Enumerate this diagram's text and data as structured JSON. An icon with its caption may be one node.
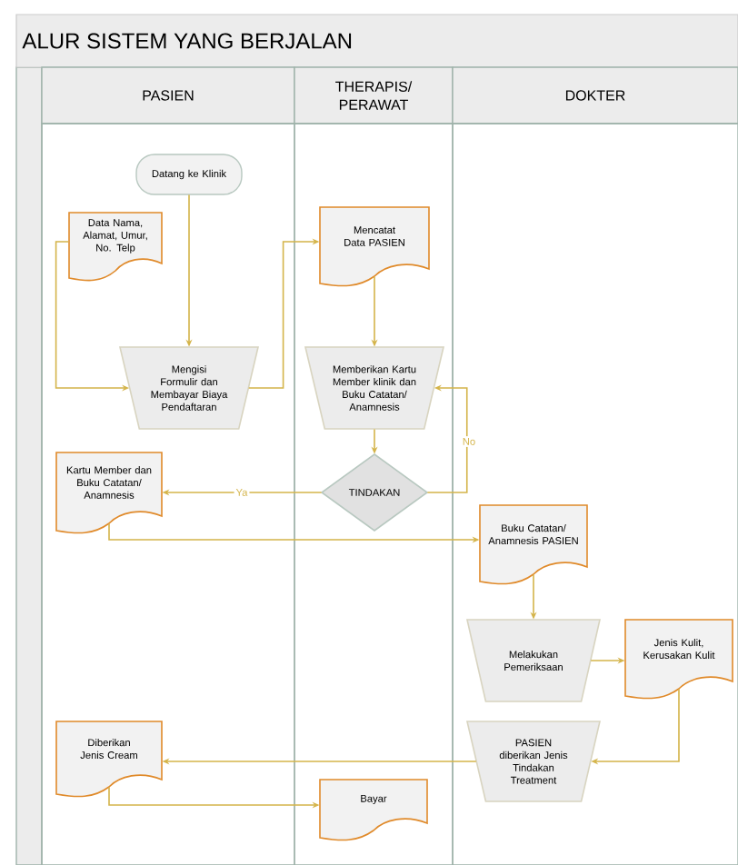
{
  "diagram": {
    "title": "ALUR SISTEM YANG BERJALAN",
    "nodes": [
      {
        "text": [
          "PASIEN"
        ]
      },
      {
        "text": [
          "THERAPIS/ PERAWAT"
        ]
      },
      {
        "text": [
          "DOKTER"
        ]
      },
      {
        "text": [
          "Datang ke Klinik"
        ],
        "in": 0
      },
      {
        "text": [
          "Data Nama, Alamat, Umur, No. Telp"
        ],
        "in": 0
      },
      {
        "text": [
          "Mengisi Formulir dan Membayar Biaya Pendaftaran"
        ],
        "in": 0
      },
      {
        "text": [
          "Mencatat Data PASIEN"
        ],
        "in": 1
      },
      {
        "text": [
          "Memberikan Kartu Member klinik dan Buku Catatan/ Anamnesis"
        ],
        "in": 1
      },
      {
        "text": [
          "TINDAKAN"
        ],
        "in": 1
      },
      {
        "text": [
          "Kartu Member dan Buku Catatan/ Anamnesis"
        ],
        "in": 0
      },
      {
        "text": [
          "Buku Catatan/ Anamnesis PASIEN"
        ],
        "in": 2
      },
      {
        "text": [
          "Melakukan Pemeriksaan"
        ],
        "in": 2
      },
      {
        "text": [
          "Jenis Kulit, Kerusakan Kulit"
        ],
        "in": 2
      },
      {
        "text": [
          "PASIEN diberikan Jenis Tindakan Treatment"
        ],
        "in": 2
      },
      {
        "text": [
          "Diberikan Jenis Cream"
        ],
        "in": 0
      },
      {
        "text": [
          "Bayar"
        ],
        "in": 1
      }
    ],
    "edges": [
      {
        "from": 3,
        "to": 5,
        "arrow": "to"
      },
      {
        "from": 4,
        "to": 5,
        "arrow": "to"
      },
      {
        "from": 5,
        "to": 6,
        "arrow": "to"
      },
      {
        "from": 6,
        "to": 7,
        "arrow": "to"
      },
      {
        "from": 7,
        "to": 8,
        "arrow": "to"
      },
      {
        "from": 8,
        "to": 9,
        "arrow": "to",
        "label": "Ya"
      },
      {
        "from": 8,
        "to": 7,
        "arrow": "to",
        "label": "No"
      },
      {
        "from": 9,
        "to": 10,
        "arrow": "to"
      },
      {
        "from": 10,
        "to": 11,
        "arrow": "to"
      },
      {
        "from": 11,
        "to": 12,
        "arrow": "to"
      },
      {
        "from": 12,
        "to": 13,
        "arrow": "to"
      },
      {
        "from": 13,
        "to": 14,
        "arrow": "to"
      },
      {
        "from": 14,
        "to": 15,
        "arrow": "to"
      }
    ]
  }
}
